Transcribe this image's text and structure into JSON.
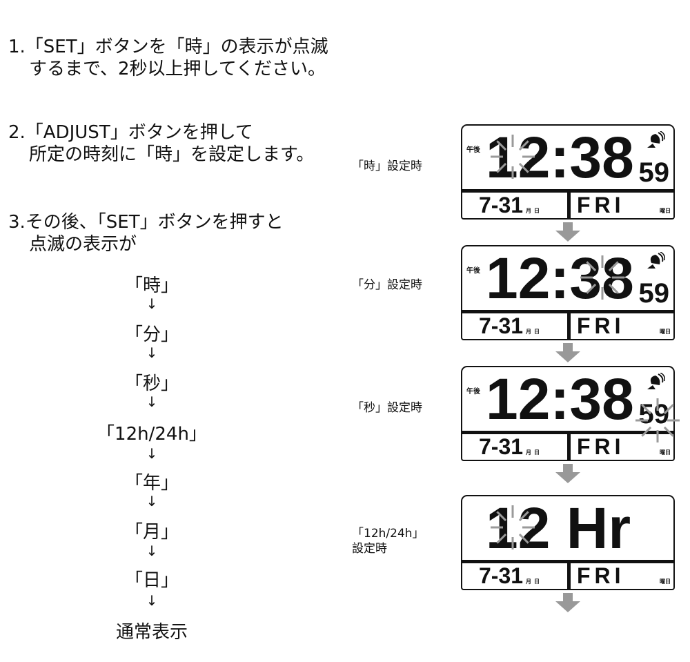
{
  "steps": [
    {
      "line1": "1.「SET」ボタンを「時」の表示が点滅",
      "line2": "するまで、2秒以上押してください。"
    },
    {
      "line1": "2.「ADJUST」ボタンを押して",
      "line2": "所定の時刻に「時」を設定します。"
    },
    {
      "line1": "3.その後、「SET」ボタンを押すと",
      "line2": "点滅の表示が"
    }
  ],
  "flow": {
    "items": [
      "「時」",
      "「分」",
      "「秒」",
      "「12h/24h」",
      "「年」",
      "「月」",
      "「日」",
      "通常表示"
    ],
    "arrow": "↓"
  },
  "clocks": [
    {
      "label": "「時」設定時",
      "ampm": "午後",
      "time": "12:38",
      "second": "59",
      "date": "7-31",
      "month_unit": "月",
      "day_unit": "日",
      "weekday": "FRI",
      "weekday_unit": "曜日",
      "blinking": "hour"
    },
    {
      "label": "「分」設定時",
      "ampm": "午後",
      "time": "12:38",
      "second": "59",
      "date": "7-31",
      "month_unit": "月",
      "day_unit": "日",
      "weekday": "FRI",
      "weekday_unit": "曜日",
      "blinking": "minute"
    },
    {
      "label": "「秒」設定時",
      "ampm": "午後",
      "time": "12:38",
      "second": "59",
      "date": "7-31",
      "month_unit": "月",
      "day_unit": "日",
      "weekday": "FRI",
      "weekday_unit": "曜日",
      "blinking": "second"
    },
    {
      "label": "「12h/24h」",
      "label2": "設定時",
      "time": "12 Hr",
      "date": "7-31",
      "month_unit": "月",
      "day_unit": "日",
      "weekday": "FRI",
      "weekday_unit": "曜日",
      "blinking": "hour-format"
    }
  ],
  "colors": {
    "blink": "#9a9a9a",
    "arrow": "#999999"
  }
}
